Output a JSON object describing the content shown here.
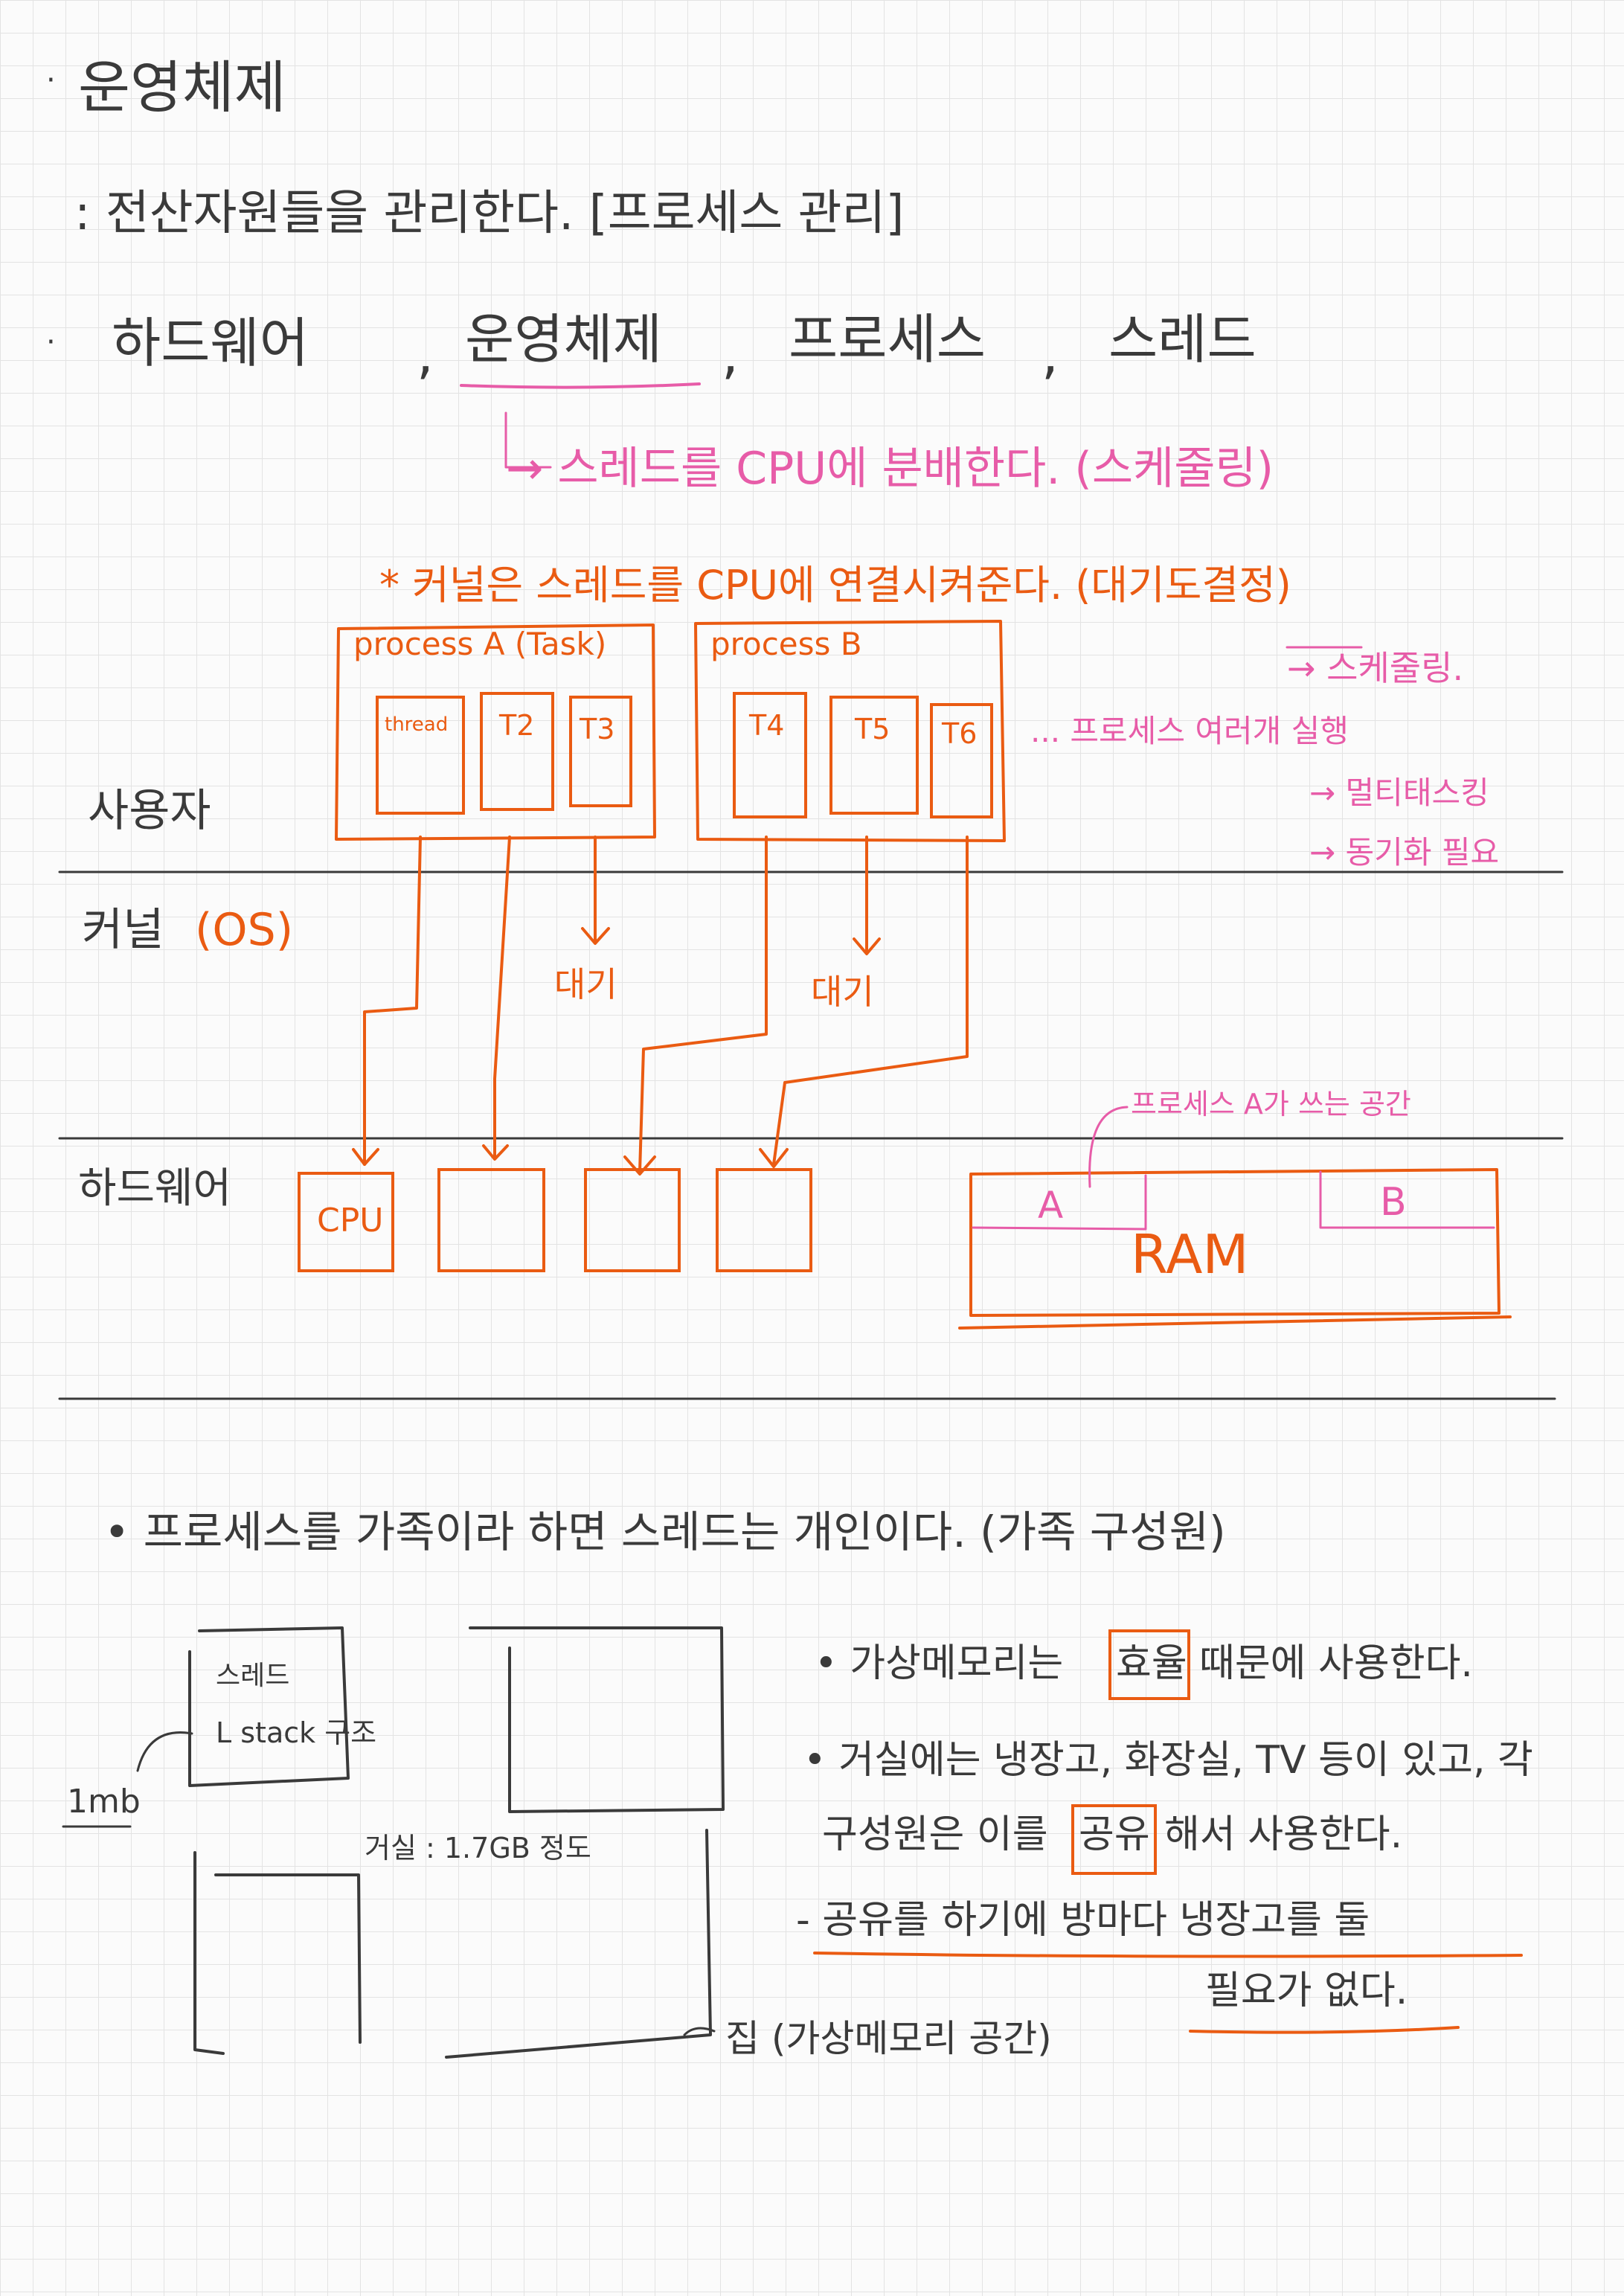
{
  "header": {
    "os_title": "운영체제",
    "os_definition": ": 전산자원들을 관리한다. [프로세스 관리]",
    "terms_line": [
      "하드웨어",
      "운영체제",
      "프로세스",
      "스레드"
    ],
    "scheduling_note": "→ 스레드를 CPU에 분배한다. (스케줄링)"
  },
  "diagram": {
    "kernel_note": "* 커널은 스레드를 CPU에 연결시켜준다. (대기도결정)",
    "kernel_note_sub": "→ 스케줄링.",
    "process_a_label": "process A (Task)",
    "process_b_label": "process B",
    "threads_a": [
      "thread",
      "T2",
      "T3"
    ],
    "threads_b": [
      "T4",
      "T5",
      "T6"
    ],
    "multi_note": "... 프로세스 여러개 실행",
    "multi_sub1": "→ 멀티태스킹",
    "multi_sub2": "→ 동기화 필요",
    "layer_user": "사용자",
    "layer_kernel": "커널",
    "layer_kernel_os": "(OS)",
    "layer_hw": "하드웨어",
    "wait_1": "대기",
    "wait_2": "대기",
    "cpu_label": "CPU",
    "ram_label": "RAM",
    "ram_a": "A",
    "ram_b": "B",
    "ram_note": "프로세스 A가 쓰는 공간"
  },
  "analogy": {
    "intro": "• 프로세스를 가족이라 하면 스레드는 개인이다. (가족 구성원)",
    "thread_room_label": "스레드",
    "thread_room_stack": "L stack 구조",
    "room_size": "1mb",
    "living_room": "거실 : 1.7GB 정도",
    "house_label": "집 (가상메모리 공간)",
    "vm_note_pre": "• 가상메모리는",
    "vm_note_box": "효율",
    "vm_note_post": "때문에 사용한다.",
    "share_l1": "• 거실에는 냉장고, 화장실, TV 등이 있고, 각",
    "share_l2_pre": "구성원은 이를",
    "share_l2_box": "공유",
    "share_l2_post": "해서 사용한다.",
    "share_l3": "- 공유를 하기에 방마다 냉장고를 둘",
    "share_l4": "필요가 없다."
  }
}
